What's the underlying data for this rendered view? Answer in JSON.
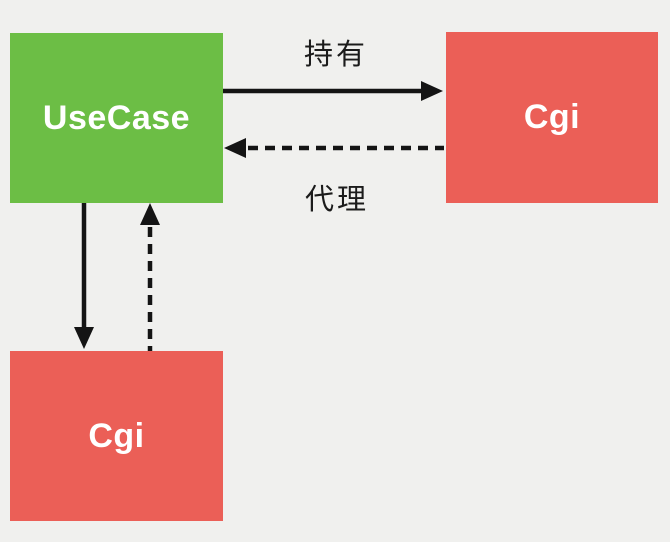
{
  "colors": {
    "background": "#f0f0ee",
    "node-green": "#6cbe45",
    "node-red": "#eb5f57",
    "arrow": "#141414",
    "label-text": "#1b1b1b",
    "node-text": "#ffffff"
  },
  "diagram": {
    "nodes": [
      {
        "id": "usecase",
        "label": "UseCase",
        "color": "#6cbe45"
      },
      {
        "id": "cgi-top-right",
        "label": "Cgi",
        "color": "#eb5f57"
      },
      {
        "id": "cgi-bottom-left",
        "label": "Cgi",
        "color": "#eb5f57"
      }
    ],
    "edges": [
      {
        "from": "usecase",
        "to": "cgi-top-right",
        "label": "持有",
        "style": "solid"
      },
      {
        "from": "cgi-top-right",
        "to": "usecase",
        "label": "代理",
        "style": "dashed"
      },
      {
        "from": "usecase",
        "to": "cgi-bottom-left",
        "label": "",
        "style": "solid"
      },
      {
        "from": "cgi-bottom-left",
        "to": "usecase",
        "label": "",
        "style": "dashed"
      }
    ]
  }
}
